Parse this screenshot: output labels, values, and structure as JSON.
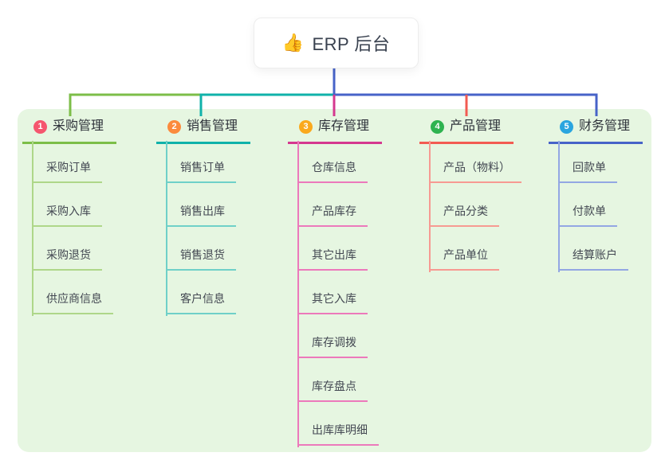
{
  "root": {
    "icon_name": "thumbs-up-icon",
    "icon": "👍",
    "label": "ERP 后台"
  },
  "canvas": {
    "background": "#ffffff",
    "panel_color": "#e6f6e1"
  },
  "branches": [
    {
      "number": "1",
      "title": "采购管理",
      "badge_color": "#f5566e",
      "line_color": "#7cbe48",
      "sub_line_color": "#aed789",
      "items": [
        "采购订单",
        "采购入库",
        "采购退货",
        "供应商信息"
      ]
    },
    {
      "number": "2",
      "title": "销售管理",
      "badge_color": "#fb8b3d",
      "line_color": "#10b2aa",
      "sub_line_color": "#6fd0c8",
      "items": [
        "销售订单",
        "销售出库",
        "销售退货",
        "客户信息"
      ]
    },
    {
      "number": "3",
      "title": "库存管理",
      "badge_color": "#faa91d",
      "line_color": "#d5388f",
      "sub_line_color": "#ec79bb",
      "items": [
        "仓库信息",
        "产品库存",
        "其它出库",
        "其它入库",
        "库存调拨",
        "库存盘点",
        "出库库明细"
      ]
    },
    {
      "number": "4",
      "title": "产品管理",
      "badge_color": "#2eb350",
      "line_color": "#f25b52",
      "sub_line_color": "#f79a92",
      "items": [
        "产品（物料）",
        "产品分类",
        "产品单位"
      ]
    },
    {
      "number": "5",
      "title": "财务管理",
      "badge_color": "#2aa5df",
      "line_color": "#4763c8",
      "sub_line_color": "#93a7e3",
      "items": [
        "回款单",
        "付款单",
        "结算账户"
      ]
    }
  ]
}
